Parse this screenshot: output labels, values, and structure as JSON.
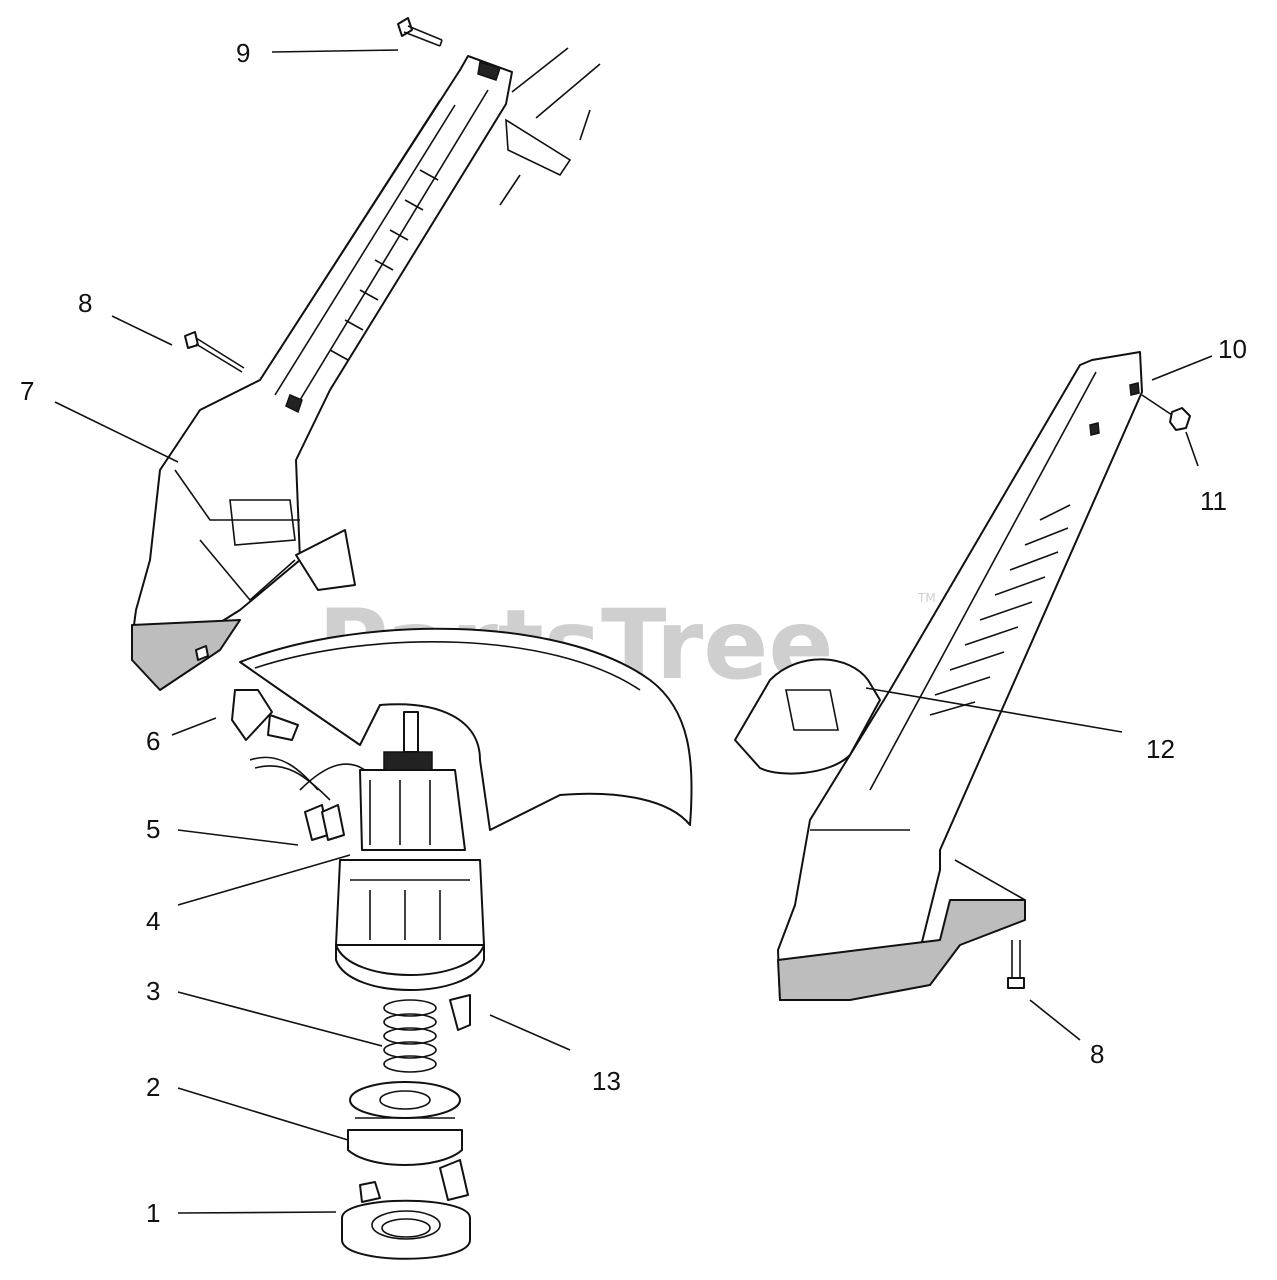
{
  "watermark": {
    "text": "PartsTree",
    "mark": "TM"
  },
  "callouts": [
    {
      "id": "c9",
      "label": "9"
    },
    {
      "id": "c8a",
      "label": "8"
    },
    {
      "id": "c7",
      "label": "7"
    },
    {
      "id": "c6",
      "label": "6"
    },
    {
      "id": "c5",
      "label": "5"
    },
    {
      "id": "c4",
      "label": "4"
    },
    {
      "id": "c3",
      "label": "3"
    },
    {
      "id": "c2",
      "label": "2"
    },
    {
      "id": "c1",
      "label": "1"
    },
    {
      "id": "c13",
      "label": "13"
    },
    {
      "id": "c10",
      "label": "10"
    },
    {
      "id": "c11",
      "label": "11"
    },
    {
      "id": "c12",
      "label": "12"
    },
    {
      "id": "c8b",
      "label": "8"
    }
  ]
}
